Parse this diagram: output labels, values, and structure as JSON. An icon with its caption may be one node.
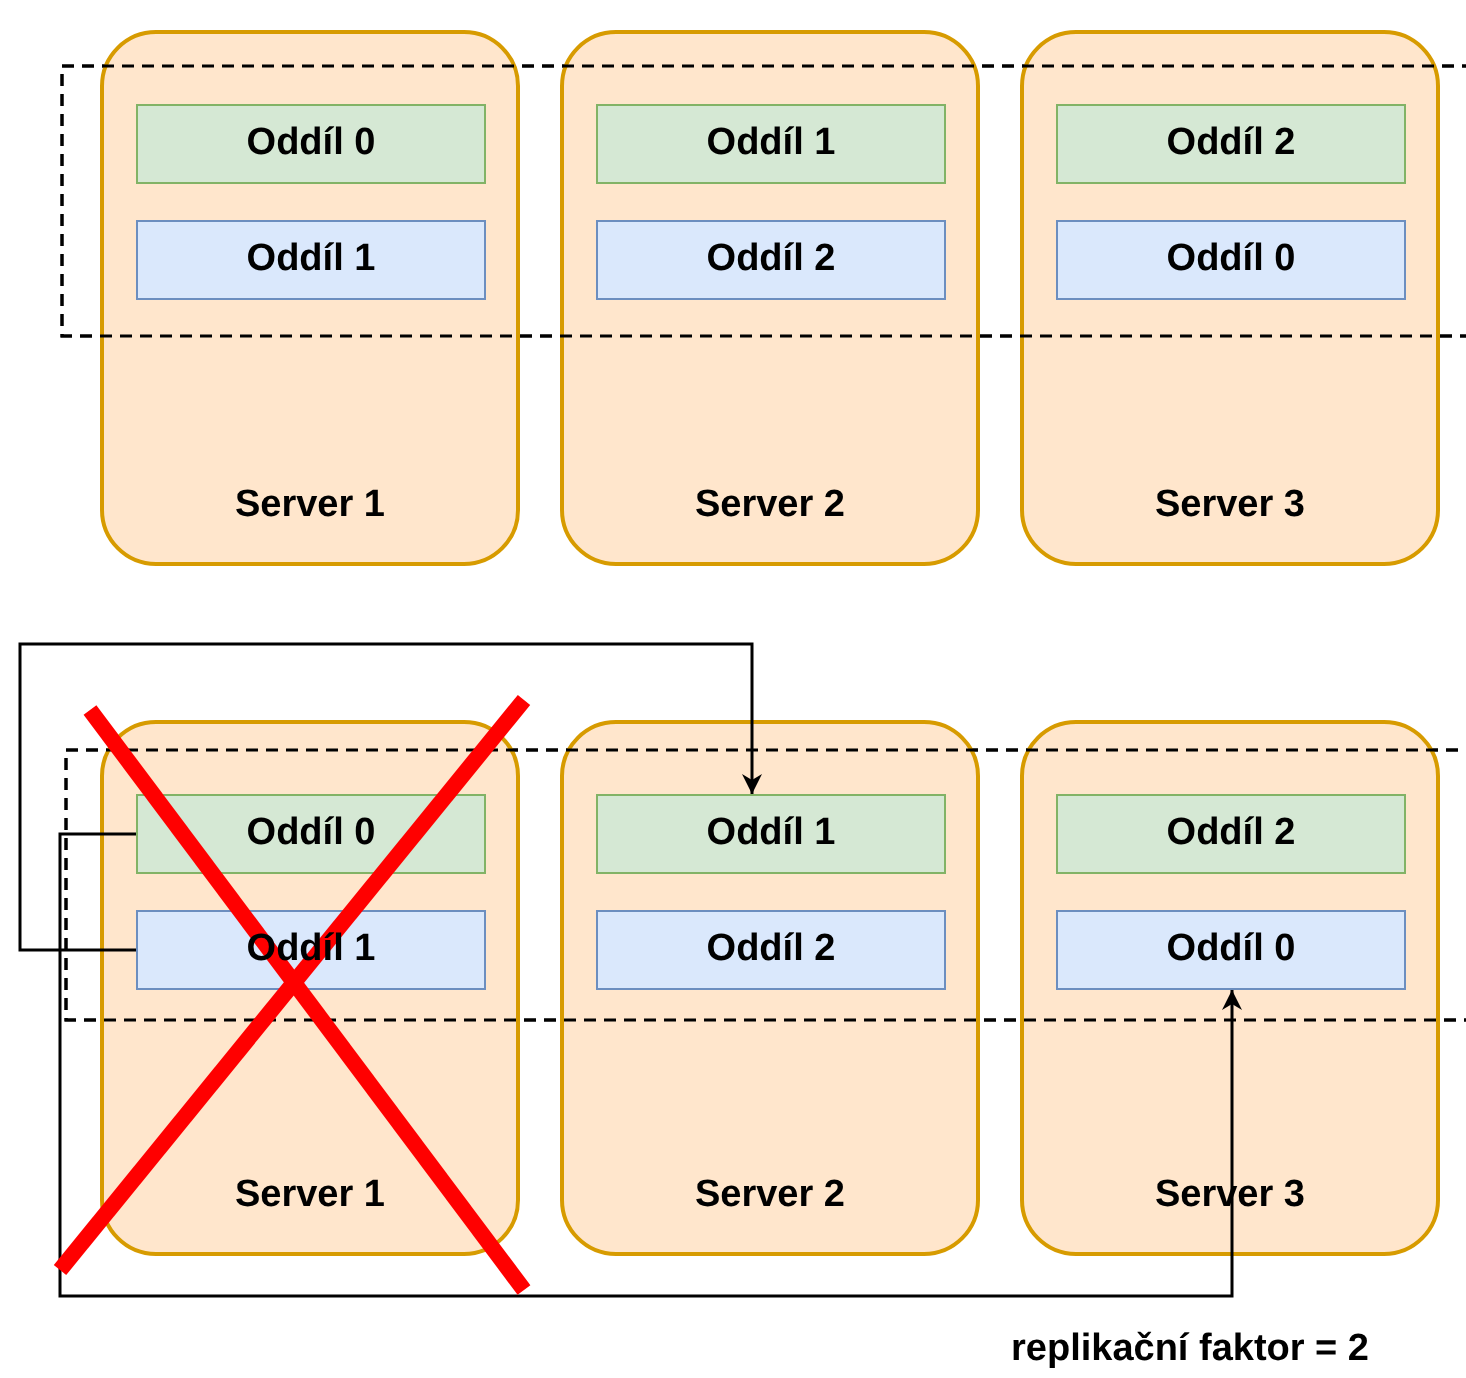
{
  "diagram": {
    "nodes": [
      {
        "text": [
          "Server 1"
        ]
      },
      {
        "text": [
          "Oddíl 0"
        ],
        "in": 0
      },
      {
        "text": [
          "Oddíl 1"
        ],
        "in": 0
      },
      {
        "text": [
          "Server 2"
        ]
      },
      {
        "text": [
          "Oddíl 1"
        ],
        "in": 3
      },
      {
        "text": [
          "Oddíl 2"
        ],
        "in": 3
      },
      {
        "text": [
          "Server 3"
        ]
      },
      {
        "text": [
          "Oddíl 2"
        ],
        "in": 6
      },
      {
        "text": [
          "Oddíl 0"
        ],
        "in": 6
      },
      {
        "text": [
          "Server 1"
        ]
      },
      {
        "text": [
          "Oddíl 0"
        ],
        "in": 9
      },
      {
        "text": [
          "Oddíl 1"
        ],
        "in": 9
      },
      {
        "text": [
          "Server 2"
        ]
      },
      {
        "text": [
          "Oddíl 1"
        ],
        "in": 12
      },
      {
        "text": [
          "Oddíl 2"
        ],
        "in": 12
      },
      {
        "text": [
          "Server 3"
        ]
      },
      {
        "text": [
          "Oddíl 2"
        ],
        "in": 15
      },
      {
        "text": [
          "Oddíl 0"
        ],
        "in": 15
      }
    ],
    "edges": [
      {
        "from": 11,
        "to": 13,
        "arrow": "to"
      },
      {
        "from": 10,
        "to": 17,
        "arrow": "to"
      }
    ],
    "labels": [
      "replikační faktor = 2"
    ]
  }
}
